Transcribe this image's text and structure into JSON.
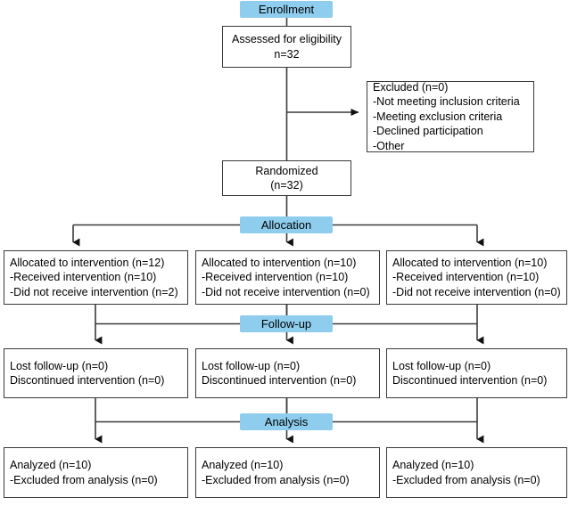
{
  "stages": {
    "enrollment": "Enrollment",
    "allocation": "Allocation",
    "followup": "Follow-up",
    "analysis": "Analysis"
  },
  "enrollment": {
    "eligibility": {
      "line1": "Assessed for eligibility",
      "line2": "n=32"
    },
    "excluded": {
      "line1": "Excluded (n=0)",
      "line2": "-Not meeting inclusion criteria",
      "line3": "-Meeting exclusion criteria",
      "line4": "-Declined participation",
      "line5": "-Other"
    },
    "randomized": {
      "line1": "Randomized",
      "line2": "(n=32)"
    }
  },
  "allocation": {
    "arms": [
      {
        "line1": "Allocated to intervention (n=12)",
        "line2": "-Received intervention (n=10)",
        "line3": "-Did not receive intervention (n=2)"
      },
      {
        "line1": "Allocated to intervention (n=10)",
        "line2": "-Received intervention (n=10)",
        "line3": "-Did not receive intervention (n=0)"
      },
      {
        "line1": "Allocated to intervention (n=10)",
        "line2": "-Received intervention (n=10)",
        "line3": "-Did not receive intervention (n=0)"
      }
    ]
  },
  "followup": {
    "arms": [
      {
        "line1": "Lost follow-up (n=0)",
        "line2": "Discontinued intervention (n=0)"
      },
      {
        "line1": "Lost follow-up (n=0)",
        "line2": "Discontinued intervention (n=0)"
      },
      {
        "line1": "Lost follow-up (n=0)",
        "line2": "Discontinued intervention (n=0)"
      }
    ]
  },
  "analysis": {
    "arms": [
      {
        "line1": "Analyzed (n=10)",
        "line2": "-Excluded from analysis (n=0)"
      },
      {
        "line1": "Analyzed (n=10)",
        "line2": "-Excluded from analysis (n=0)"
      },
      {
        "line1": "Analyzed (n=10)",
        "line2": "-Excluded from analysis (n=0)"
      }
    ]
  },
  "colors": {
    "stage_banner": "#8ecdee",
    "box_border": "#3a3a3a",
    "connector": "#3a3a3a",
    "text": "#000000",
    "background": "#ffffff"
  }
}
